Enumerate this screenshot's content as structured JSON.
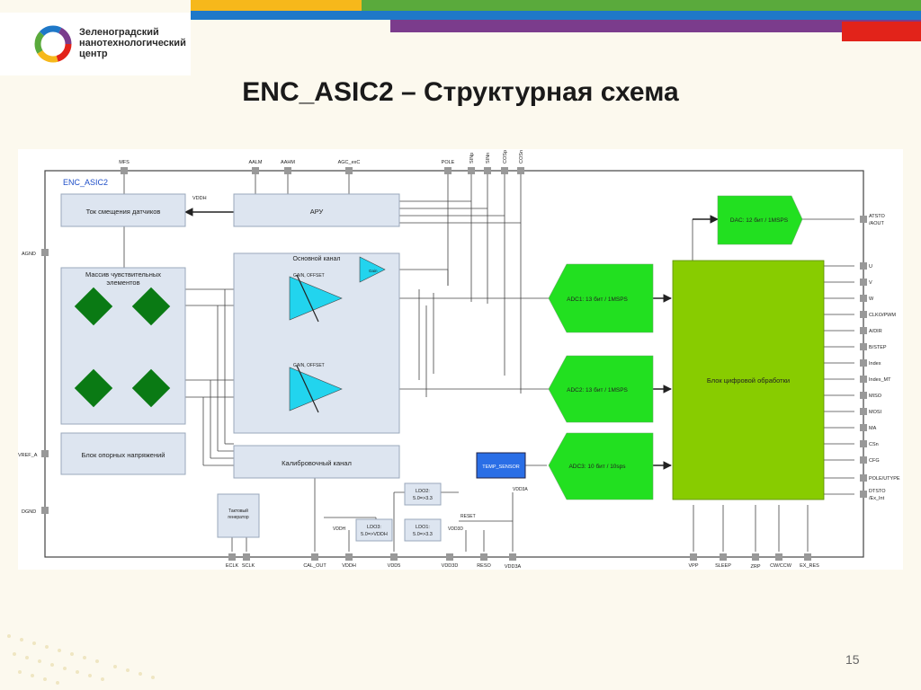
{
  "logo": {
    "line1": "Зеленоградский",
    "line2": "нанотехнологический",
    "line3": "центр"
  },
  "title": "ENC_ASIC2 – Структурная схема",
  "page_number": "15",
  "colors": {
    "stripe_orange": "#f6b81b",
    "stripe_green": "#5aaa3c",
    "stripe_blue": "#1f78c8",
    "stripe_purple": "#7b3c8c",
    "stripe_red": "#e2231a",
    "block_fill": "#dde5f0",
    "adc_green": "#22e020",
    "dsp_green": "#88cc00",
    "amp_cyan": "#22d4ee",
    "sensor_green": "#0a7a14",
    "temp_blue": "#2a6ee6"
  },
  "diagram": {
    "chip_label": "ENC_ASIC2",
    "blocks": {
      "bias": "Ток смещения датчиков",
      "agc": "АРУ",
      "sensor_l1": "Массив чувствительных",
      "sensor_l2": "элементов",
      "main_channel": "Основной канал",
      "vref": "Блок опорных напряжений",
      "calib": "Калибровочный канал",
      "clock_l1": "Тактовый",
      "clock_l2": "генератор",
      "ldo3_l1": "LDO3:",
      "ldo3_l2": "5.0=>VDDH",
      "ldo1_l1": "LDO1:",
      "ldo1_l2": "5.0=>3.3",
      "ldo2_l1": "LDO2:",
      "ldo2_l2": "5.0=>3.3",
      "dac": "DAC: 12 бит / 1MSPS",
      "adc1": "ADC1: 13 бит / 1MSPS",
      "adc2": "ADC2: 13 бит / 1MSPS",
      "adc3": "ADC3: 10 бит / 10sps",
      "temp": "TEMP_SENSOR",
      "dsp": "Блок цифровой обработки"
    },
    "amp_labels": {
      "amp1": "GAIN, OFFSET",
      "amp2": "GAIN, OFFSET",
      "small_amp": "Gain"
    },
    "internal_labels": {
      "vddh_top": "VDDH",
      "vddh_ldo": "VDDH",
      "vdd3a": "VDD3A",
      "reset": "RESET",
      "vdd3d": "VDD3D"
    },
    "pins_top": [
      "MFS",
      "AALM",
      "AAHM",
      "AGC_exC",
      "POLE",
      "SINp",
      "SINn",
      "COSp",
      "COSn"
    ],
    "pins_left": [
      "AGND",
      "VREF_A",
      "DGND"
    ],
    "pins_right": [
      "U",
      "V",
      "W",
      "CLKO/PWM",
      "A/DIR",
      "B/STEP",
      "Index",
      "Index_MT",
      "MISO",
      "MOSI",
      "MA",
      "CSn",
      "CFG",
      "POLE/UTYPE"
    ],
    "pin_atsto_1": "ATSTO",
    "pin_atsto_2": "/AOUT",
    "pin_dtsto_1": "DTSTO",
    "pin_dtsto_2": "/Ex_Int",
    "pins_bottom": [
      "ECLK",
      "SCLK",
      "CAL_OUT",
      "VDDH",
      "VDD5",
      "VDD3D",
      "RESO",
      "VDD3A",
      "VPP",
      "SLEEP",
      "ZRP",
      "CW/CCW",
      "EX_RES"
    ]
  }
}
